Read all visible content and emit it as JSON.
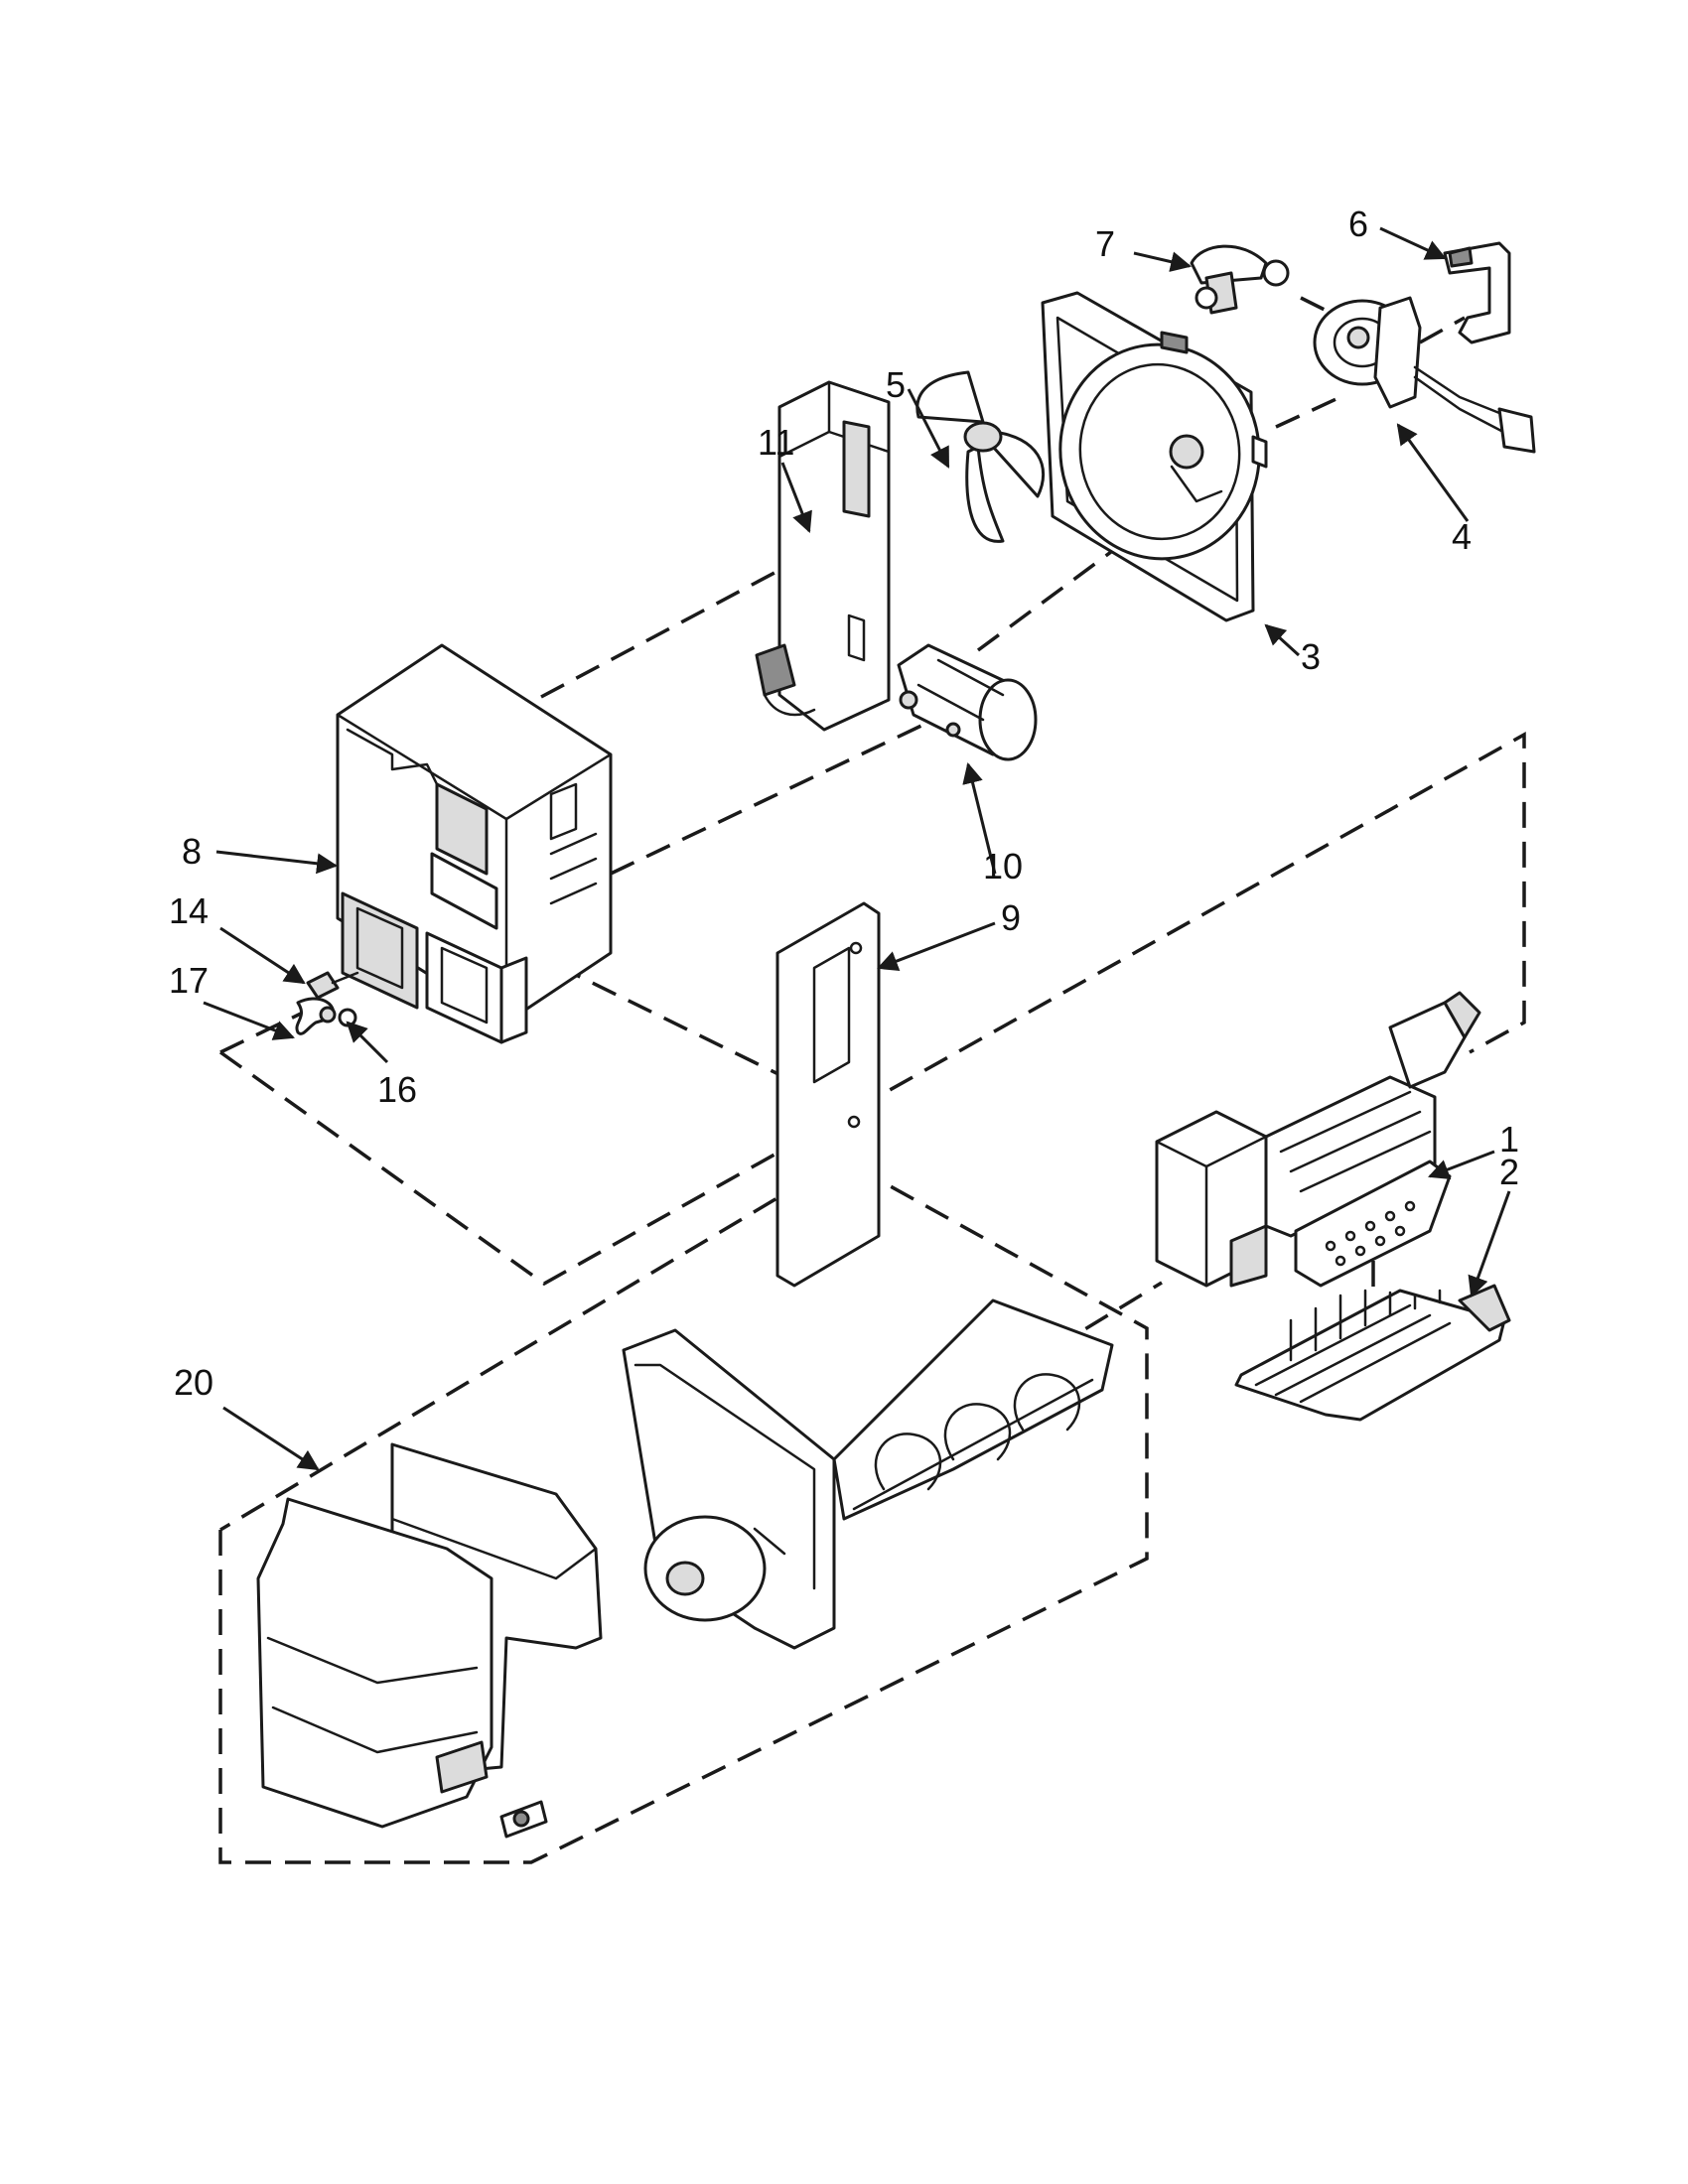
{
  "diagram": {
    "callouts": {
      "c1": "1",
      "c2": "2",
      "c3": "3",
      "c4": "4",
      "c5": "5",
      "c6": "6",
      "c7": "7",
      "c8": "8",
      "c9": "9",
      "c10": "10",
      "c11": "11",
      "c14": "14",
      "c16": "16",
      "c17": "17",
      "c20": "20"
    }
  },
  "colors": {
    "line": "#1a1a1a",
    "fill": "#ffffff",
    "shade": "#dcdcdc"
  }
}
